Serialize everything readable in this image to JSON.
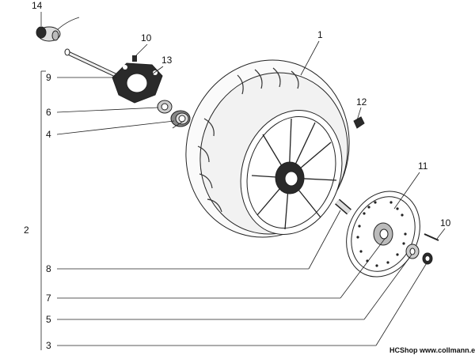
{
  "callouts": {
    "c1": "1",
    "c2": "2",
    "c3": "3",
    "c4": "4",
    "c5": "5",
    "c6": "6",
    "c7": "7",
    "c8": "8",
    "c9": "9",
    "c10a": "10",
    "c10b": "10",
    "c11": "11",
    "c12": "12",
    "c13": "13",
    "c14": "14"
  },
  "watermark": "HCShop www.collmann.eu"
}
